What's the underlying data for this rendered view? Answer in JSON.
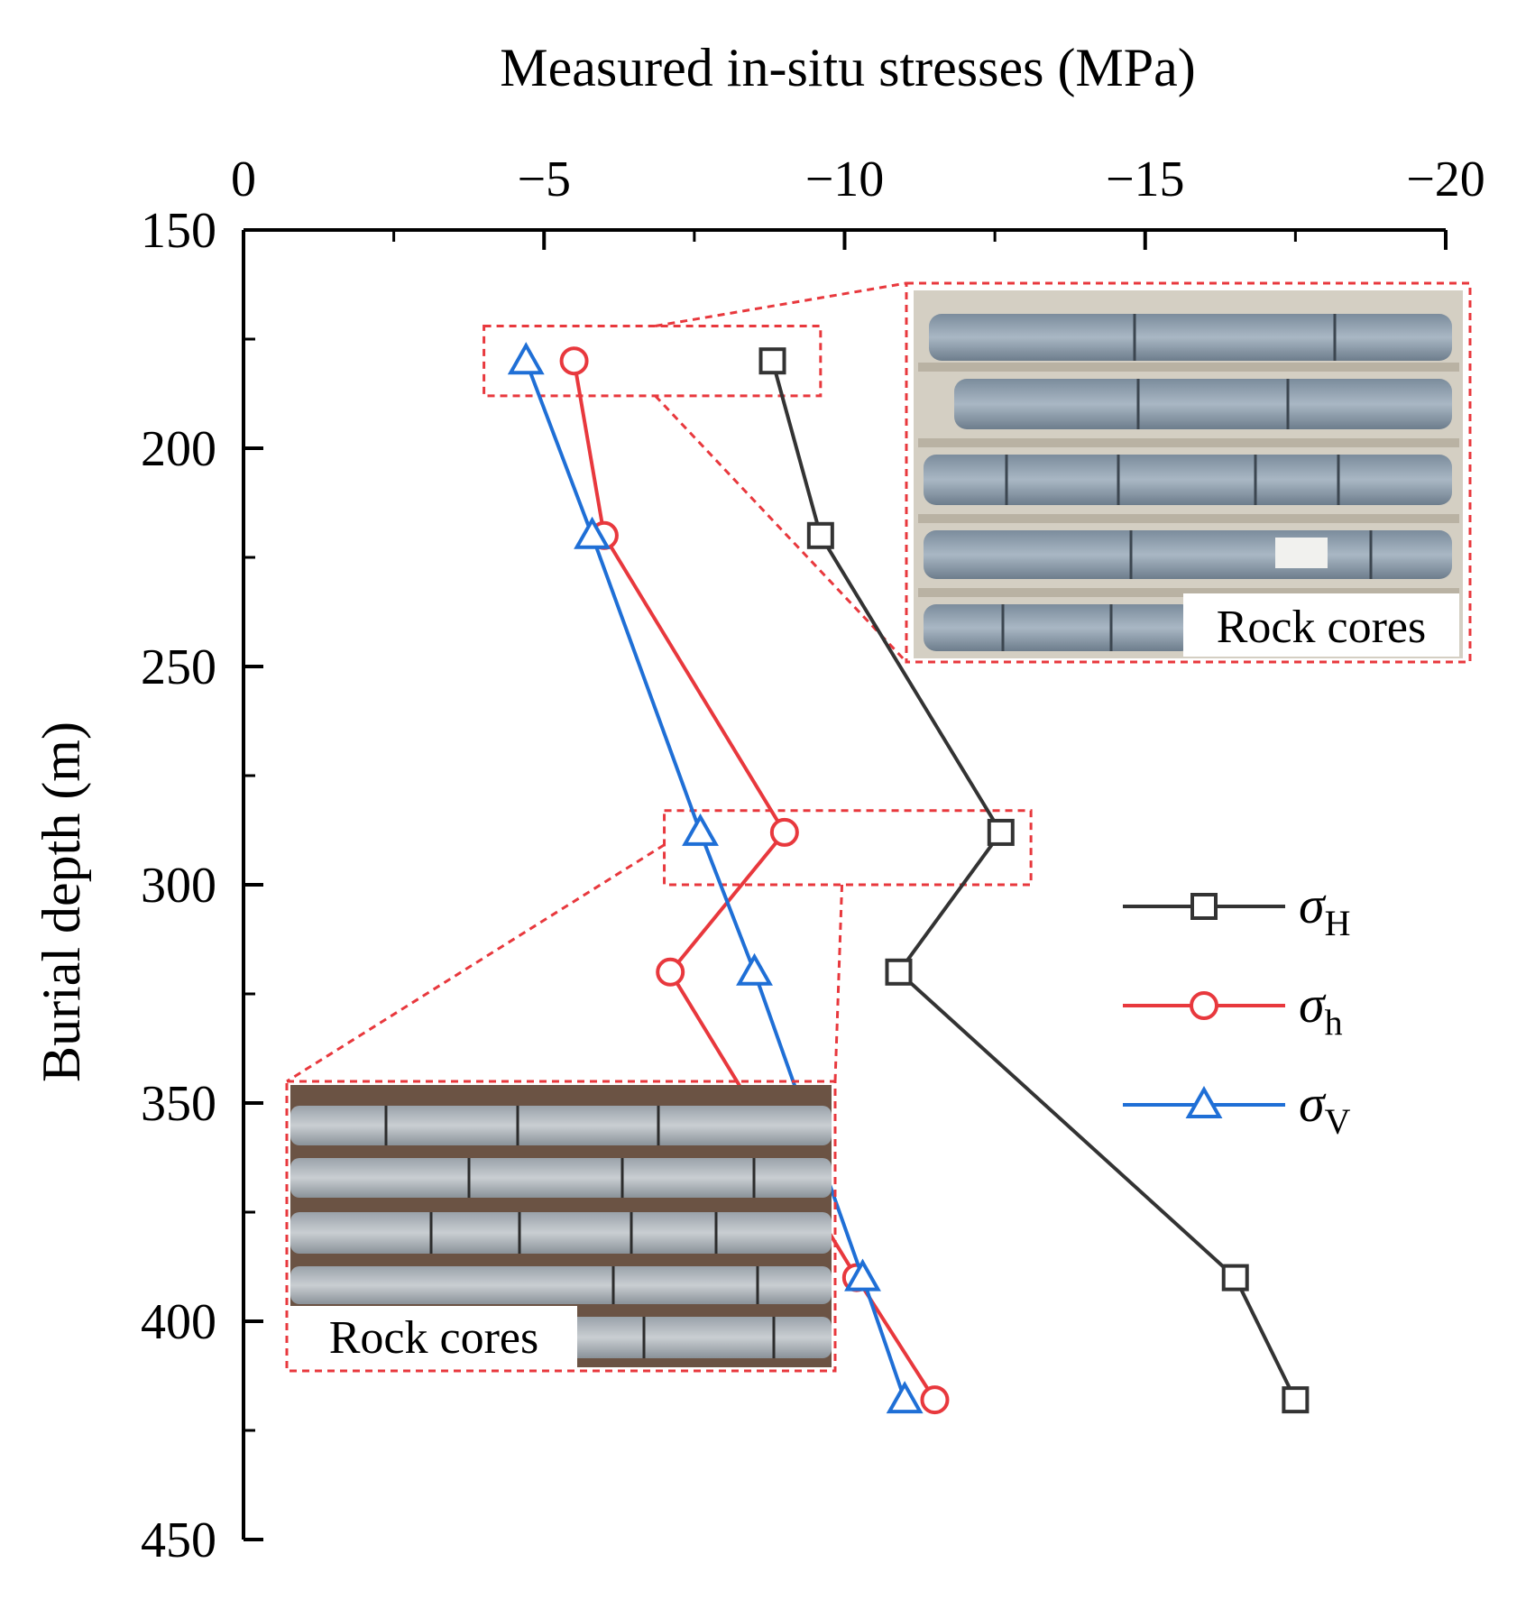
{
  "chart_data": {
    "type": "line",
    "title": "",
    "xlabel": "Measured in-situ stresses (MPa)",
    "ylabel": "Burial depth (m)",
    "x_axis_position": "top",
    "x_axis_reversed": true,
    "y_axis_reversed": true,
    "xlim": [
      0,
      -20
    ],
    "ylim": [
      150,
      450
    ],
    "x_ticks": [
      0,
      -5,
      -10,
      -15,
      -20
    ],
    "x_tick_labels": [
      "0",
      "−5",
      "−10",
      "−15",
      "−20"
    ],
    "y_ticks": [
      150,
      200,
      250,
      300,
      350,
      400,
      450
    ],
    "y_tick_labels": [
      "150",
      "200",
      "250",
      "300",
      "350",
      "400",
      "450"
    ],
    "grid": false,
    "legend_position": "right-middle",
    "series": [
      {
        "name": "σ",
        "subscript": "H",
        "marker": "square",
        "color": "#333333",
        "points": [
          {
            "x": -8.8,
            "y": 180
          },
          {
            "x": -9.6,
            "y": 220
          },
          {
            "x": -12.6,
            "y": 288
          },
          {
            "x": -10.9,
            "y": 320
          },
          {
            "x": -16.5,
            "y": 390
          },
          {
            "x": -17.5,
            "y": 418
          }
        ]
      },
      {
        "name": "σ",
        "subscript": "h",
        "marker": "circle",
        "color": "#e8383d",
        "points": [
          {
            "x": -5.5,
            "y": 180
          },
          {
            "x": -6.0,
            "y": 220
          },
          {
            "x": -9.0,
            "y": 288
          },
          {
            "x": -7.1,
            "y": 320
          },
          {
            "x": -10.2,
            "y": 390
          },
          {
            "x": -11.5,
            "y": 418
          }
        ]
      },
      {
        "name": "σ",
        "subscript": "V",
        "marker": "triangle",
        "color": "#1f6fd6",
        "points": [
          {
            "x": -4.7,
            "y": 180
          },
          {
            "x": -5.8,
            "y": 220
          },
          {
            "x": -7.6,
            "y": 288
          },
          {
            "x": -8.5,
            "y": 320
          },
          {
            "x": -10.3,
            "y": 390
          },
          {
            "x": -11.0,
            "y": 418
          }
        ]
      }
    ],
    "insets": [
      {
        "label": "Rock cores",
        "highlight_depth_range": [
          172,
          188
        ],
        "highlight_stress_range": [
          -4.0,
          -9.6
        ]
      },
      {
        "label": "Rock cores",
        "highlight_depth_range": [
          283,
          300
        ],
        "highlight_stress_range": [
          -7.0,
          -13.1
        ]
      }
    ],
    "colors": {
      "highlight": "#e8383d",
      "axis": "#000000"
    }
  }
}
